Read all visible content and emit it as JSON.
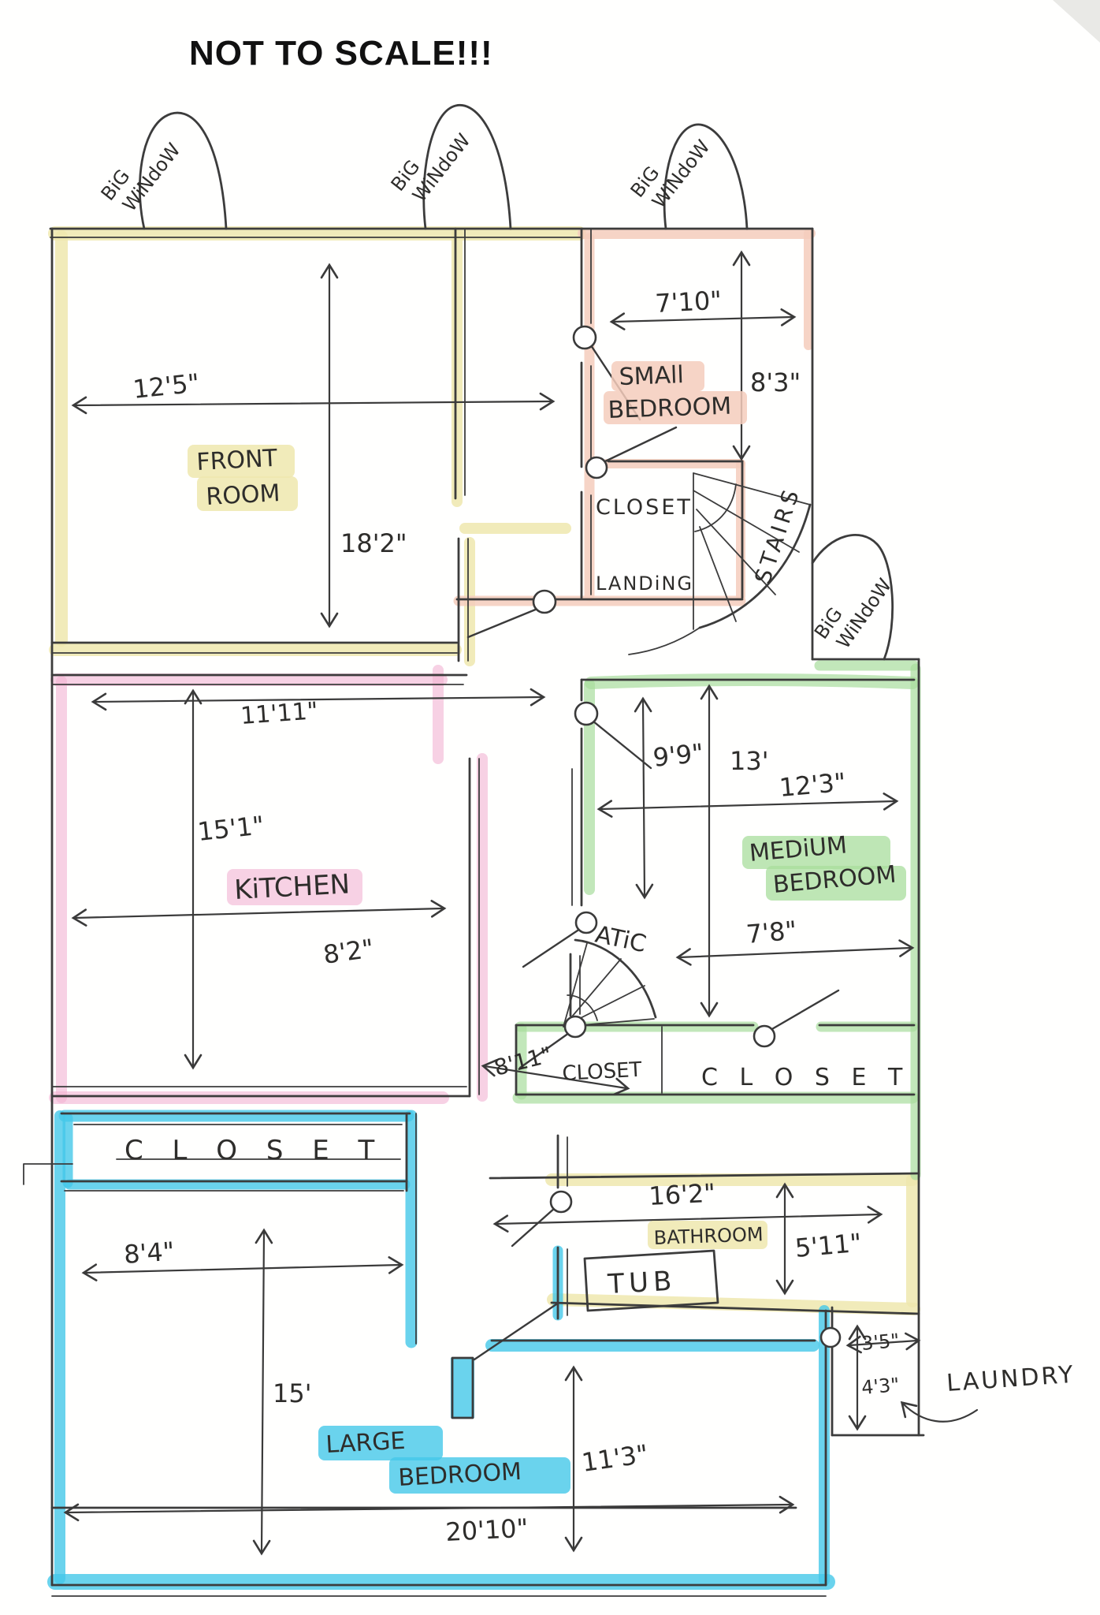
{
  "title": "NOT TO SCALE!!!",
  "window_labels": {
    "line1": "BiG",
    "line2": "WiNdoW"
  },
  "colors": {
    "pencil": "#3c3c3c",
    "yellow": "#efe7ae",
    "pink": "#f2b3d2",
    "salmon": "#f5cdbc",
    "green": "#a8dd9c",
    "blue": "#45c8e8"
  },
  "rooms": {
    "front_room": {
      "name_line1": "FRONT",
      "name_line2": "ROOM",
      "width": "12'5\"",
      "height": "18'2\""
    },
    "small_bedroom": {
      "name_line1": "SMAll",
      "name_line2": "BEDROOM",
      "width": "7'10\"",
      "height": "8'3\""
    },
    "small_bedroom_closet": {
      "name": "CLOSET"
    },
    "stairs": {
      "name": "STAIRS"
    },
    "landing": {
      "name": "LANDiNG"
    },
    "kitchen": {
      "name": "KiTCHEN",
      "width_top": "11'11\"",
      "height": "15'1\"",
      "width_bottom": "8'2\""
    },
    "medium_bedroom": {
      "name_line1": "MEDiUM",
      "name_line2": "BEDROOM",
      "height_left": "9'9\"",
      "height_right": "13'",
      "width": "12'3\"",
      "width_bottom": "7'8\""
    },
    "attic": {
      "name": "ATiC"
    },
    "hall_closet": {
      "name": "CLOSET",
      "depth": "8'11\""
    },
    "medium_bedroom_closet": {
      "name": "C L O S E T"
    },
    "hall_closet_blue": {
      "name": "C L O S E T",
      "width": "8'4\""
    },
    "bathroom": {
      "name": "BATHROOM",
      "width": "16'2\"",
      "height": "5'11\""
    },
    "tub": {
      "name": "TUB"
    },
    "laundry": {
      "name": "LAUNDRY",
      "width": "3'5\"",
      "height": "4'3\""
    },
    "large_bedroom": {
      "name_line1": "LARGE",
      "name_line2": "BEDROOM",
      "height_left": "15'",
      "height_right": "11'3\"",
      "width": "20'10\""
    }
  }
}
